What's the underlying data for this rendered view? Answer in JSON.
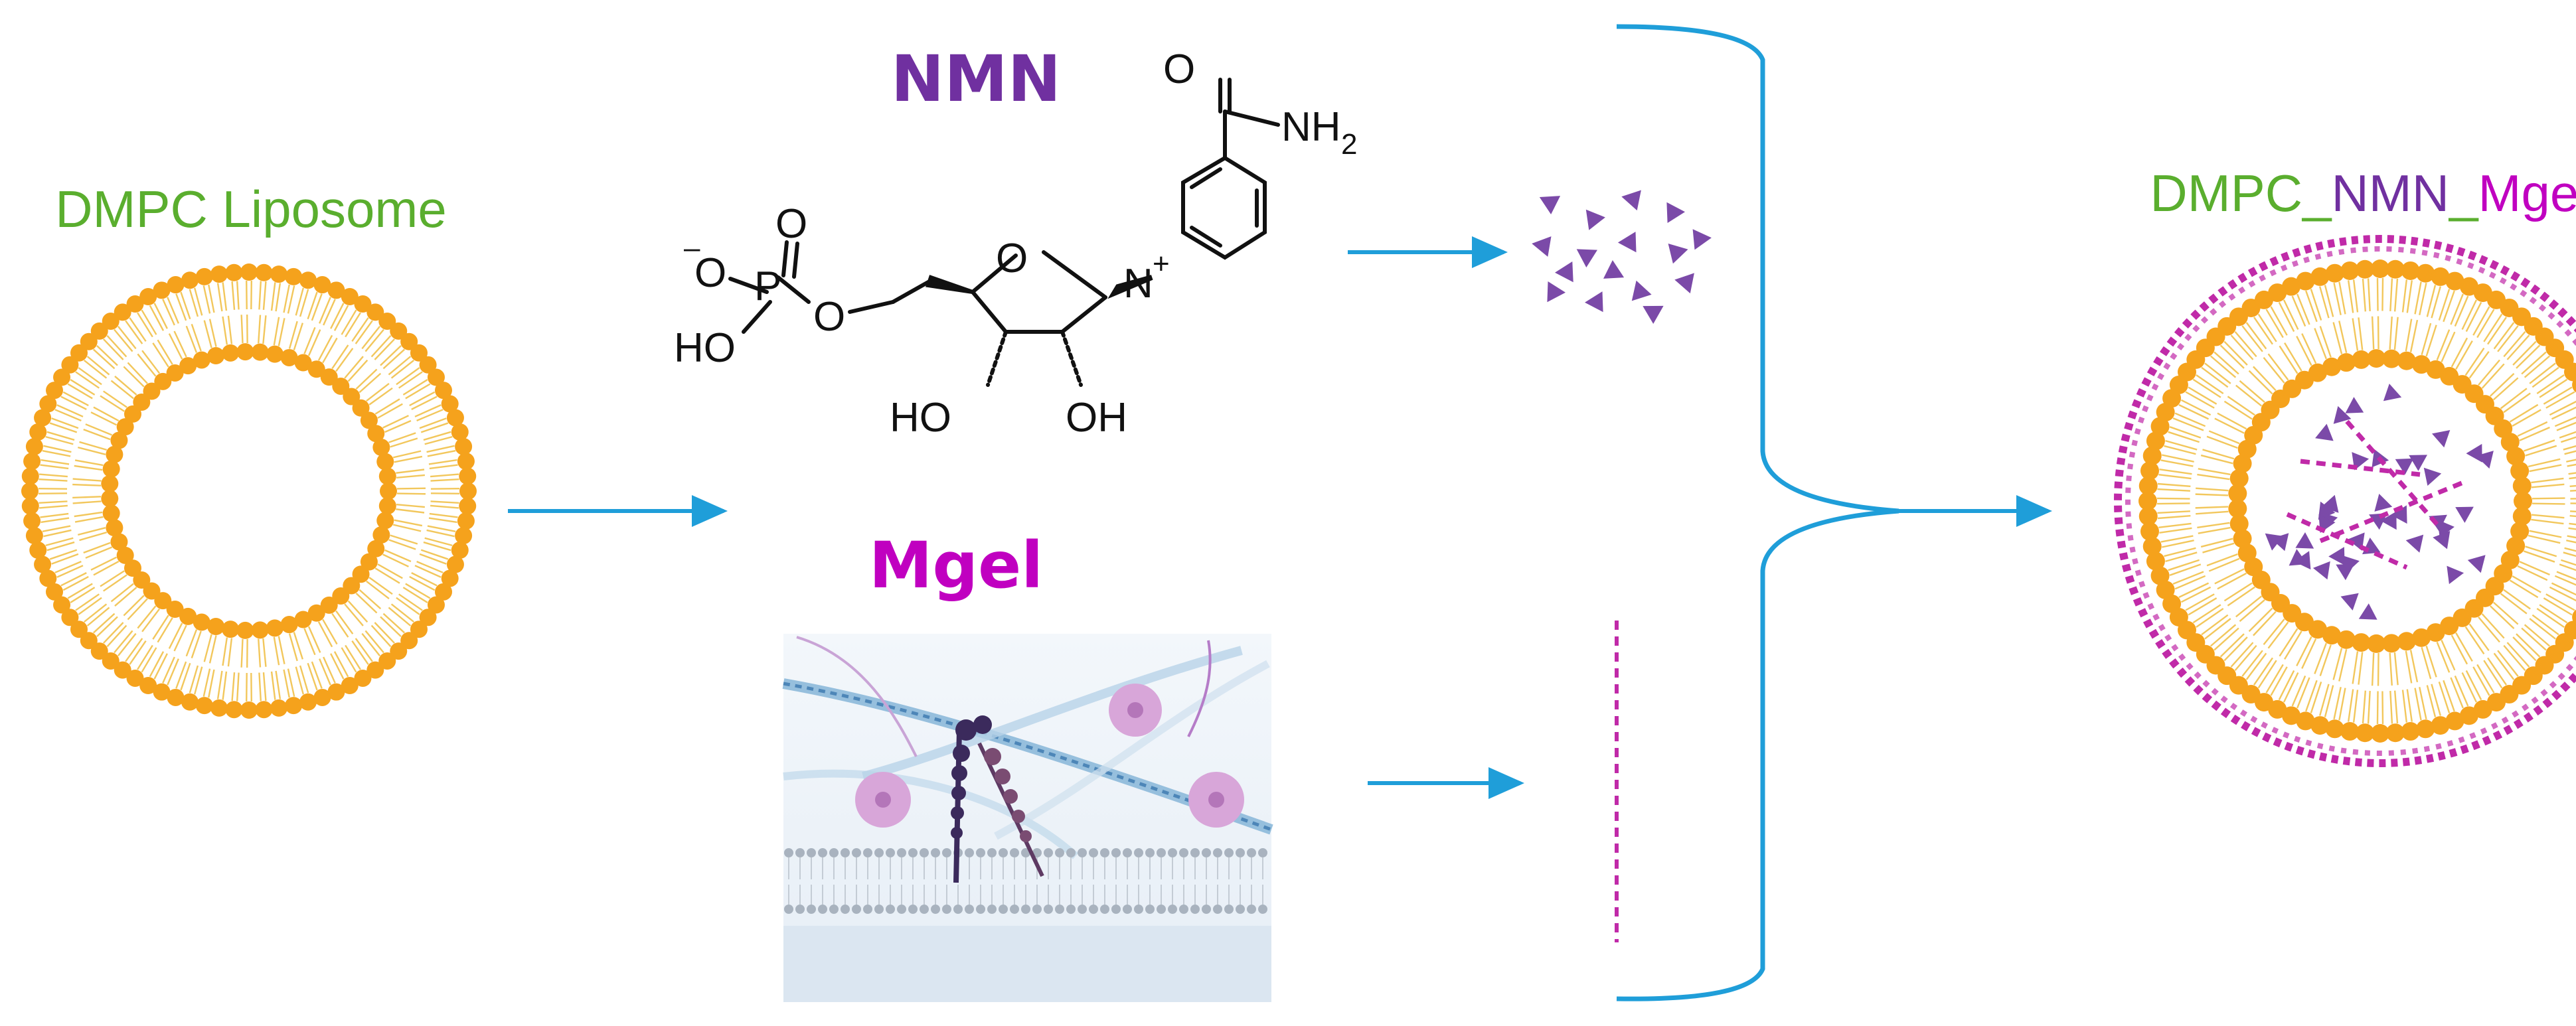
{
  "labels": {
    "liposome": "DMPC Liposome",
    "nmn": "NMN",
    "mgel": "Mgel",
    "product_part1": "DMPC_",
    "product_part2": "NMN",
    "product_part3": "_",
    "product_part4": "Mgel"
  },
  "molecule": {
    "o_top": "O",
    "nh2": "NH",
    "nh2_sub": "2",
    "n_plus": "N",
    "plus": "+",
    "ring_o": "O",
    "phos_o_minus": "O",
    "minus": "–",
    "phos_o_double": "O",
    "phos_p": "P",
    "ester_o": "O",
    "phos_ho": "HO",
    "ho_left": "HO",
    "oh_right": "OH"
  },
  "colors": {
    "liposome_green": "#5aae2e",
    "nmn_purple": "#7030a0",
    "mgel_magenta": "#c000c0",
    "lipid_orange": "#f5a21c",
    "tail_yellow": "#f2c75c",
    "arrow_blue": "#1f9ed9",
    "bracket_blue": "#1f9ed9",
    "triangle_purple": "#7b4aa8",
    "dash_magenta": "#c02aa8"
  }
}
